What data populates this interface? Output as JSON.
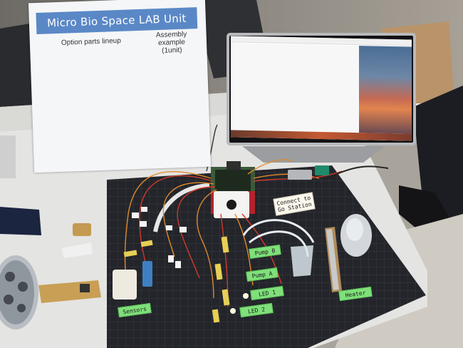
{
  "poster": {
    "title": "Micro Bio Space LAB Unit",
    "option_label": "Option parts lineup",
    "assembly_label": "Assembly example\n(1unit)"
  },
  "labels": {
    "connect": "Connect to\nGo Station",
    "pump_b": "Pump B",
    "pump_a": "Pump A",
    "led_1": "LED 1",
    "led_2": "LED 2",
    "sensors": "Sensors",
    "heater": "Heater"
  },
  "colors": {
    "mat": "#23252a",
    "mat_grid": "#3e4249",
    "table": "#e4e4e2",
    "tag_green": "#7fe07a",
    "poster_blue": "#5a88c6"
  }
}
